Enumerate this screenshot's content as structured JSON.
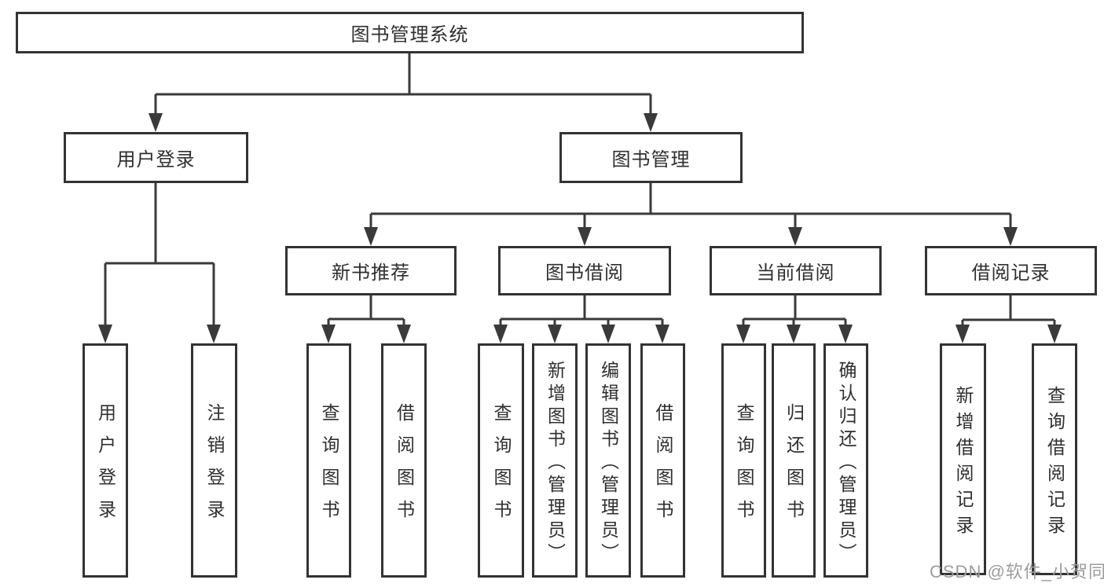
{
  "tree": {
    "root": {
      "label": "图书管理系统"
    },
    "branches": [
      {
        "label": "用户登录",
        "children": [
          {
            "label": "用户登录"
          },
          {
            "label": "注销登录"
          }
        ]
      },
      {
        "label": "图书管理",
        "sections": [
          {
            "label": "新书推荐",
            "children": [
              {
                "label": "查询图书"
              },
              {
                "label": "借阅图书"
              }
            ]
          },
          {
            "label": "图书借阅",
            "children": [
              {
                "label": "查询图书"
              },
              {
                "label": "新增图书（管理员）"
              },
              {
                "label": "编辑图书（管理员）"
              },
              {
                "label": "借阅图书"
              }
            ]
          },
          {
            "label": "当前借阅",
            "children": [
              {
                "label": "查询图书"
              },
              {
                "label": "归还图书"
              },
              {
                "label": "确认归还（管理员）"
              }
            ]
          },
          {
            "label": "借阅记录",
            "children": [
              {
                "label": "新增借阅记录"
              },
              {
                "label": "查询借阅记录"
              }
            ]
          }
        ]
      }
    ]
  },
  "watermark": {
    "text": "CSDN @软件_小贺同学"
  },
  "colors": {
    "line": "#3a3a3a",
    "box_border": "#333333",
    "text": "#2f2f2f",
    "watermark": "#9c9c9c",
    "background": "#ffffff"
  }
}
